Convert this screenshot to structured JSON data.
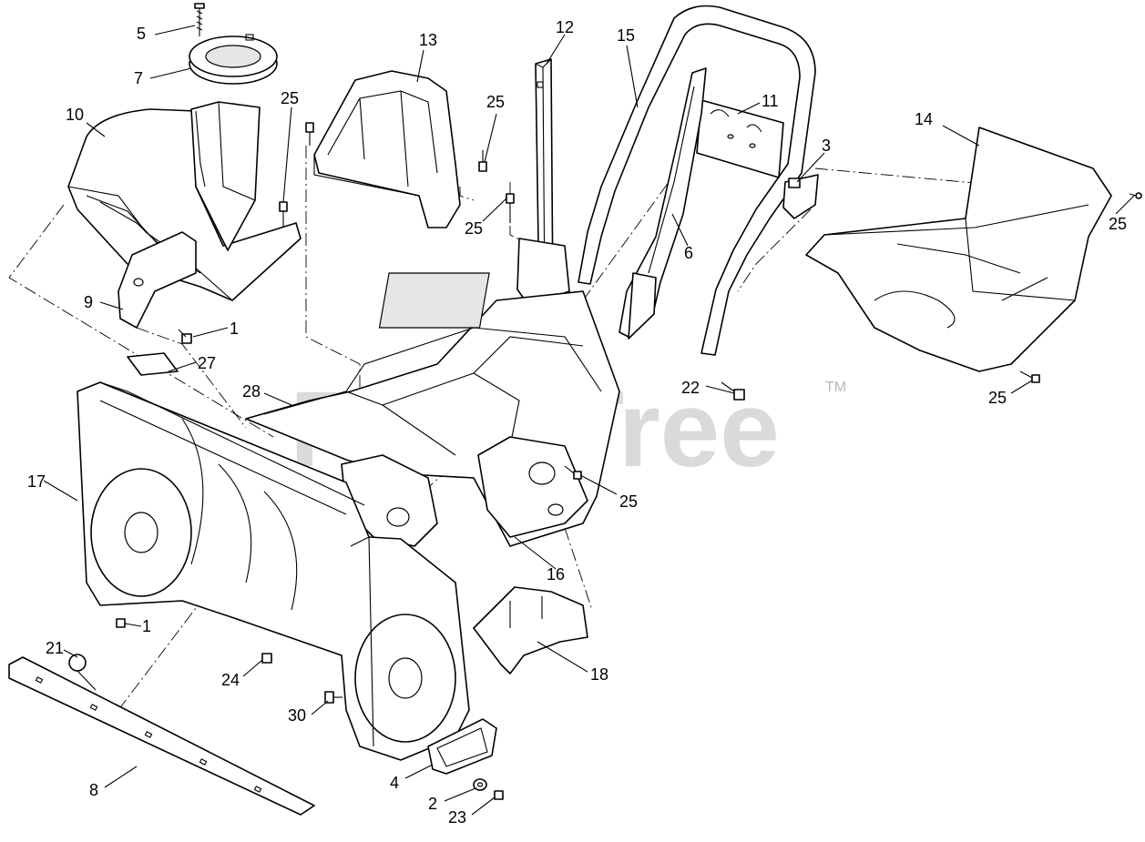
{
  "watermark": {
    "text": "PartsTree",
    "trademark": "TM"
  },
  "callouts": [
    {
      "id": "c5",
      "label": "5"
    },
    {
      "id": "c7",
      "label": "7"
    },
    {
      "id": "c10",
      "label": "10"
    },
    {
      "id": "c25a",
      "label": "25"
    },
    {
      "id": "c13",
      "label": "13"
    },
    {
      "id": "c12",
      "label": "12"
    },
    {
      "id": "c25b",
      "label": "25"
    },
    {
      "id": "c15",
      "label": "15"
    },
    {
      "id": "c11",
      "label": "11"
    },
    {
      "id": "c3",
      "label": "3"
    },
    {
      "id": "c14",
      "label": "14"
    },
    {
      "id": "c25c",
      "label": "25"
    },
    {
      "id": "c25d",
      "label": "25"
    },
    {
      "id": "c6",
      "label": "6"
    },
    {
      "id": "c9",
      "label": "9"
    },
    {
      "id": "c1a",
      "label": "1"
    },
    {
      "id": "c27",
      "label": "27"
    },
    {
      "id": "c22",
      "label": "22"
    },
    {
      "id": "c25e",
      "label": "25"
    },
    {
      "id": "c28",
      "label": "28"
    },
    {
      "id": "c17",
      "label": "17"
    },
    {
      "id": "c25f",
      "label": "25"
    },
    {
      "id": "c16",
      "label": "16"
    },
    {
      "id": "c1b",
      "label": "1"
    },
    {
      "id": "c21",
      "label": "21"
    },
    {
      "id": "c24",
      "label": "24"
    },
    {
      "id": "c18",
      "label": "18"
    },
    {
      "id": "c30",
      "label": "30"
    },
    {
      "id": "c4",
      "label": "4"
    },
    {
      "id": "c8",
      "label": "8"
    },
    {
      "id": "c2",
      "label": "2"
    },
    {
      "id": "c23",
      "label": "23"
    }
  ]
}
